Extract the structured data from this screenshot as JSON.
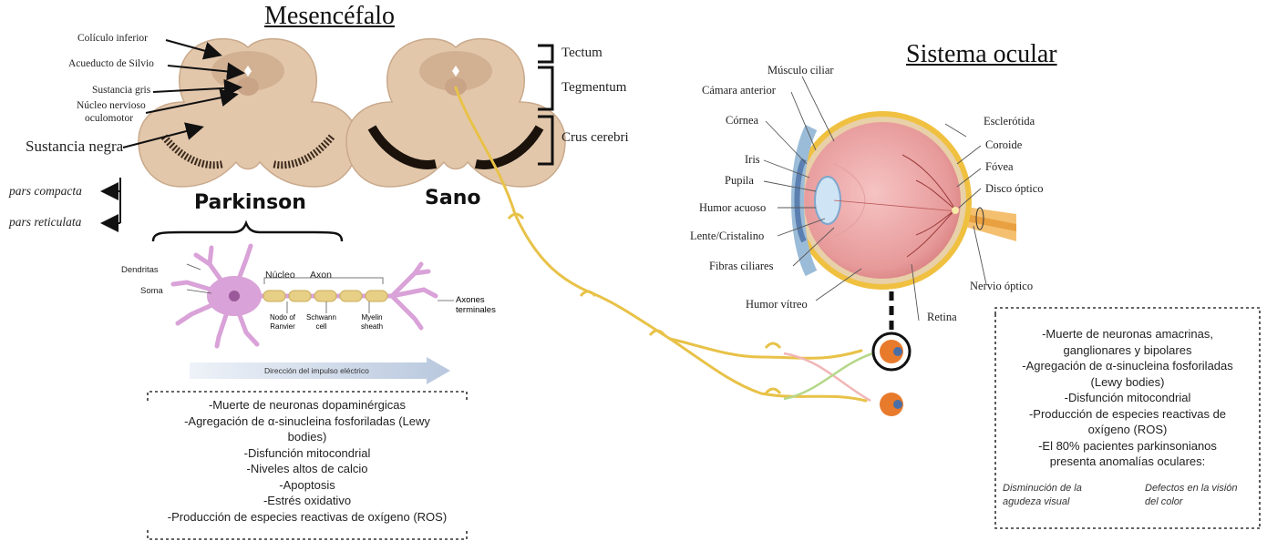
{
  "midbrain": {
    "title": "Mesencéfalo",
    "labels": {
      "coliculo_inferior": "Colículo inferior",
      "acueducto": "Acueducto de Silvio",
      "sustancia_gris": "Sustancia gris",
      "nucleo_line1": "Núcleo nervioso",
      "nucleo_line2": "oculomotor",
      "sustancia_negra": "Sustancia negra",
      "pars_compacta": "pars compacta",
      "pars_reticulata": "pars reticulata"
    },
    "regions": {
      "tectum": "Tectum",
      "tegmentum": "Tegmentum",
      "crus": "Crus cerebri"
    },
    "parkinson_label": "Parkinson",
    "healthy_label": "Sano"
  },
  "neuron": {
    "dendritas": "Dendritas",
    "soma": "Soma",
    "nucleo": "Núcleo",
    "axon": "Axon",
    "nodo_1": "Nodo of",
    "nodo_2": "Ranvier",
    "schwann_1": "Schwann",
    "schwann_2": "cell",
    "myelin_1": "Myelin",
    "myelin_2": "sheath",
    "axones_1": "Axones",
    "axones_2": "terminales",
    "impulse": "Dirección del impulso eléctrico"
  },
  "parkinson_box": {
    "lines": [
      "-Muerte de neuronas dopaminérgicas",
      "-Agregación de α-sinucleina fosforiladas (Lewy",
      "bodies)",
      "-Disfunción mitocondrial",
      "-Niveles altos de calcio",
      "-Apoptosis",
      "-Estrés oxidativo",
      "-Producción de especies reactivas de oxígeno (ROS)"
    ]
  },
  "eye": {
    "title": "Sistema ocular",
    "labels": {
      "musculo_ciliar": "Músculo ciliar",
      "camara_anterior": "Cámara anterior",
      "cornea": "Córnea",
      "iris": "Iris",
      "pupila": "Pupila",
      "humor_acuoso": "Humor acuoso",
      "lente": "Lente/Cristalino",
      "fibras_ciliares": "Fibras ciliares",
      "humor_vitreo": "Humor vítreo",
      "esclerotida": "Esclerótida",
      "coroide": "Coroide",
      "fovea": "Fóvea",
      "disco_optico": "Disco óptico",
      "nervio_optico": "Nervio óptico",
      "retina": "Retina"
    }
  },
  "eye_box": {
    "lines": [
      "-Muerte de neuronas amacrinas,",
      "ganglionares y bipolares",
      "-Agregación de α-sinucleina fosforiladas",
      "(Lewy bodies)",
      "-Disfunción mitocondrial",
      "-Producción de especies reactivas de",
      "oxígeno (ROS)",
      "-El 80% pacientes parkinsonianos",
      "presenta anomalías oculares:"
    ],
    "sub_left_1": "Disminución de la",
    "sub_left_2": "agudeza visual",
    "sub_right_1": "Defectos en la visión",
    "sub_right_2": "del color"
  },
  "colors": {
    "brain_fill": "#e3c7ab",
    "brain_dark": "#c5a68a",
    "nerve_yellow": "#e8c248",
    "neuron_purple": "#d9a2d8",
    "eye_red": "#e8a0a0",
    "eye_orange": "#e87a2c"
  }
}
